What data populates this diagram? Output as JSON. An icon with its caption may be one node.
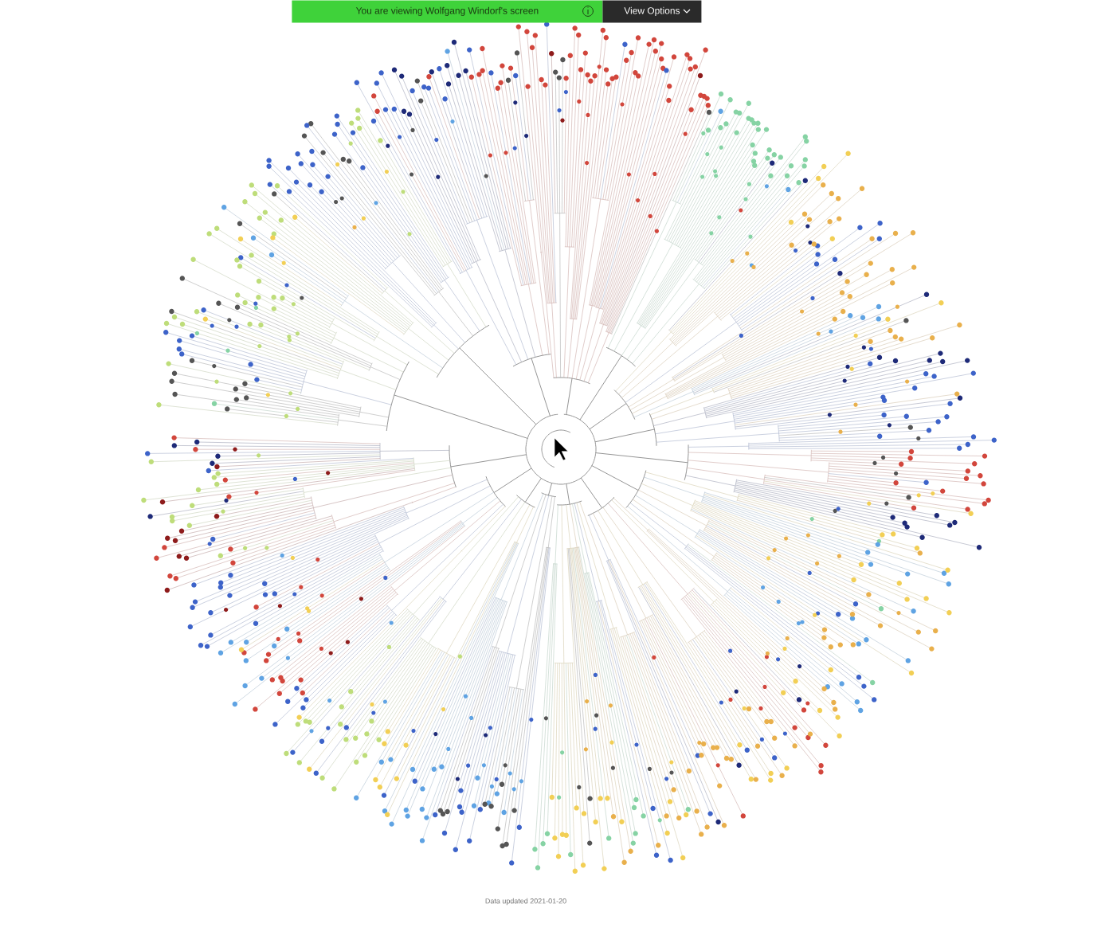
{
  "diagram": {
    "labels": [
      "You are viewing Wolfgang Windorf's screen",
      "View Options",
      "Data updated 2021-01-20"
    ]
  }
}
